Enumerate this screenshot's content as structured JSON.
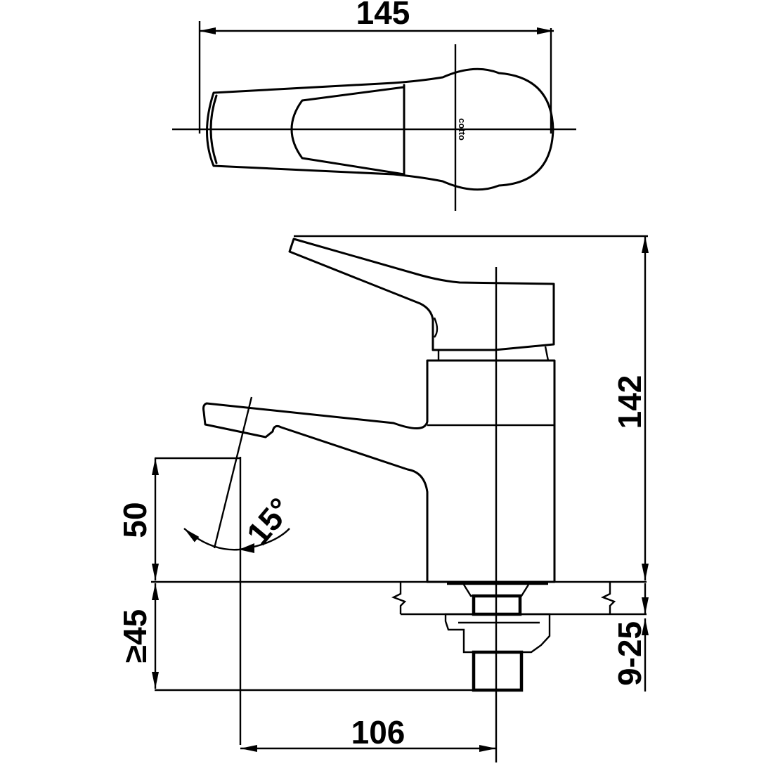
{
  "drawing": {
    "subject": "single-lever basin faucet technical drawing",
    "views": [
      "top-view",
      "side-view"
    ],
    "units": "mm",
    "line_color": "#000000",
    "background_color": "#ffffff"
  },
  "top_view": {
    "logo_text": "cotto",
    "dimensions": {
      "overall_length": "145"
    }
  },
  "side_view": {
    "dimensions": {
      "overall_height": "142",
      "spout_outlet_height": "50",
      "spout_reach": "106",
      "min_tail_length": "≥45",
      "deck_thickness": "9-25",
      "spout_angle": "15°"
    }
  }
}
